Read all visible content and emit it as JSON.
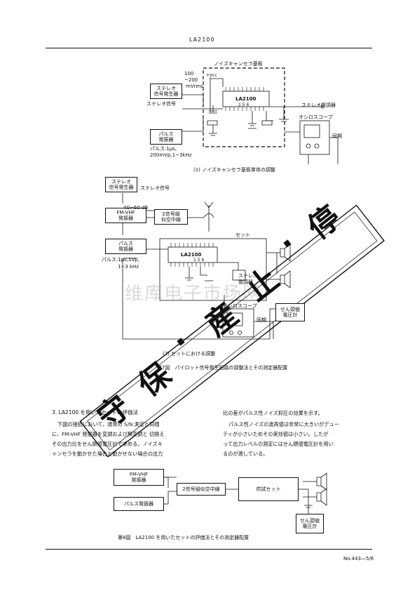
{
  "header": {
    "title": "LA2100"
  },
  "fig7": {
    "d1": {
      "board_title": "ノイズキャンセラ基板",
      "level_100": "100",
      "level_200": "~200",
      "level_unit": "mVrms",
      "vcc": "+Vcc",
      "stereo_gen_1": "ステレオ",
      "stereo_gen_2": "信号発生器",
      "stereo_signal": "ステレオ信号",
      "pulse_gen_1": "パルス",
      "pulse_gen_2": "発振器",
      "pulse_spec_1": "パルス:1μs,",
      "pulse_spec_2": "200mVp,1~3kHz",
      "ic": "LA2100",
      "pins": "1 5 6",
      "demod": "ステレオ復調器",
      "oscope": "オシロスコープ",
      "sync": "同期",
      "caption": "(1) ノイズキャンセラ基板単体の調整"
    },
    "d2": {
      "stereo_gen_1": "ステレオ",
      "stereo_gen_2": "信号発生器",
      "stereo_signal": "ステレオ信号",
      "fm_vhf_1": "FM-VHF",
      "fm_vhf_2": "発振器",
      "db": "40~60 dB",
      "sig2_1": "2信号縦",
      "sig2_2": "似空中線",
      "pulse_gen_1": "パルス",
      "pulse_gen_2": "発振器",
      "pulse_spec_1": "パルス:1μs,1Vp,",
      "pulse_spec_2": "1~3 kHz",
      "set": "セット",
      "ic": "LA2100",
      "pins": "1 5 6",
      "demod_1": "ステレオ",
      "demod_2": "復調器",
      "oscope": "オシロスコープ",
      "sync": "同期",
      "meter_1": "せん頭値",
      "meter_2": "電圧計",
      "caption": "(2) セットにおける調整"
    },
    "caption": "第7図　パイロット信号発生回路の調整法とその測定器配置"
  },
  "section3": {
    "heading": "3. LA2100 を用いたセットの評価法",
    "left": [
      "下図の接続において，通常の S/N 測定と同様",
      "に，FM-VHF 発振器を変調および無変調と 切換え",
      "その出力比をせん頭値電圧計で求める。ノイズキ",
      "ャンセラを動かせた場合と動かせない場合の出力"
    ],
    "right": [
      "比の差がパルス性ノイズ抑圧の効果を示す。",
      "パルス性ノイズの波高値は非常に大きいがデュー",
      "ティが小さいためその実効値は小さい。したが",
      "って出力レベルの測定にはせん頭値電圧計を用い",
      "るのが適している。"
    ]
  },
  "fig8": {
    "fm_vhf_1": "FM-VHF",
    "fm_vhf_2": "発振器",
    "pulse_gen": "パルス発振器",
    "dummy": "2信号縦似空中線",
    "set": "供試セット",
    "meter_1": "せん頭値",
    "meter_2": "電圧計",
    "caption": "第8図　LA2100 を用いたセットの評価法とその測定器配置"
  },
  "watermark": {
    "cn": "维库电子市场网",
    "stamp": [
      "停",
      "·",
      "止",
      "産",
      "·",
      "保",
      "守"
    ]
  },
  "footer": {
    "code": "No.443—5/6"
  }
}
